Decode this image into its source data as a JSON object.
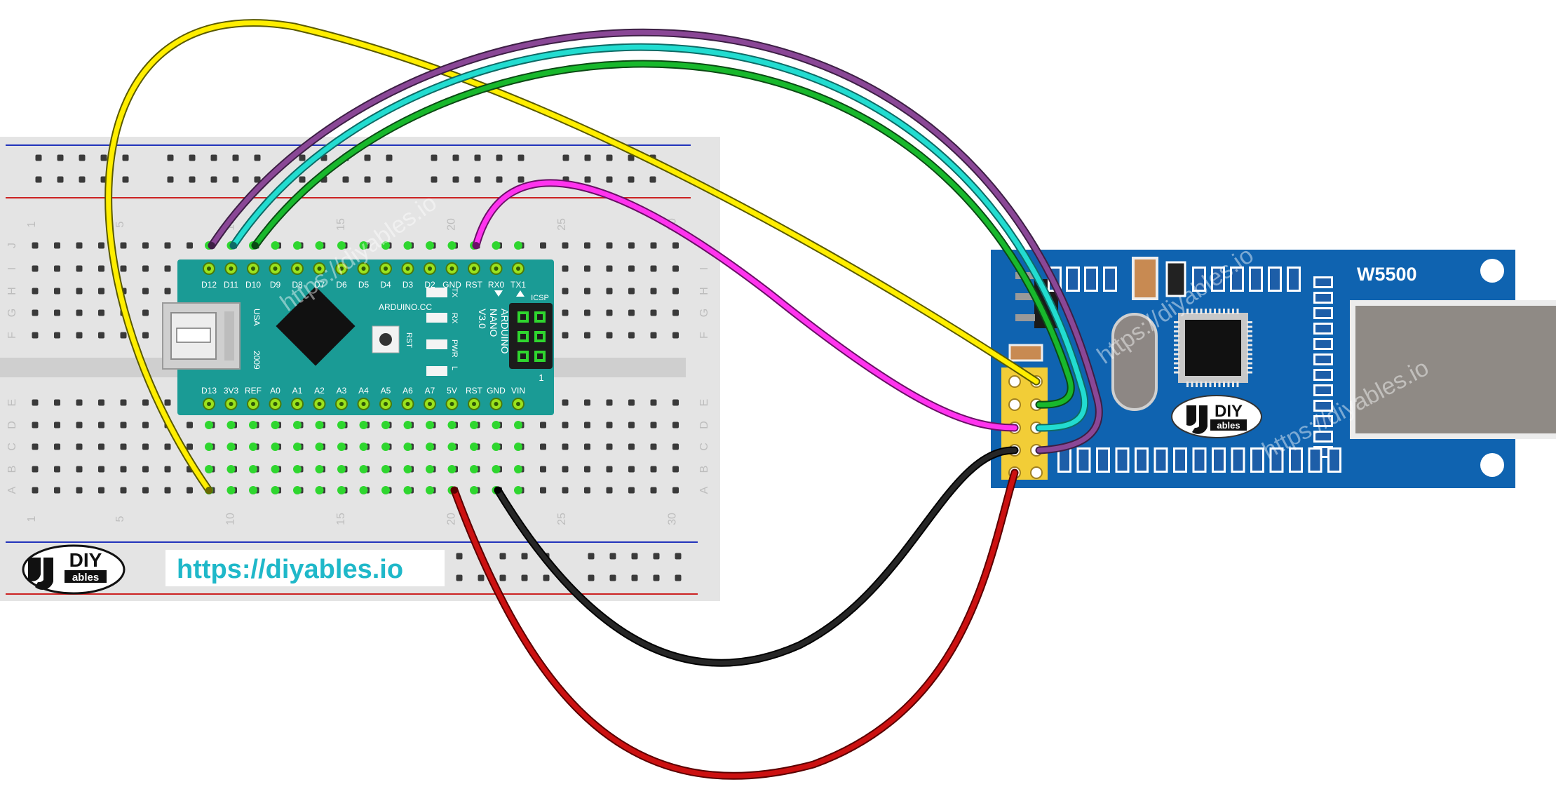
{
  "breadboard": {
    "row_letters_top": [
      "J",
      "I",
      "H",
      "G",
      "F"
    ],
    "row_letters_bottom": [
      "E",
      "D",
      "C",
      "B",
      "A"
    ],
    "col_numbers": [
      "1",
      "5",
      "10",
      "15",
      "20",
      "25",
      "30"
    ]
  },
  "nano": {
    "top_pins": [
      "D12",
      "D11",
      "D10",
      "D9",
      "D8",
      "D7",
      "D6",
      "D5",
      "D4",
      "D3",
      "D2",
      "GND",
      "RST",
      "RX0",
      "TX1"
    ],
    "bottom_pins": [
      "D13",
      "3V3",
      "REF",
      "A0",
      "A1",
      "A2",
      "A3",
      "A4",
      "A5",
      "A6",
      "A7",
      "5V",
      "RST",
      "GND",
      "VIN"
    ],
    "board_text": [
      "ARDUINO",
      "NANO",
      "V3.0"
    ],
    "site_text": "ARDUINO.CC",
    "usa_text": "USA",
    "year_text": "2009",
    "rst_label": "RST",
    "icsp_label": "ICSP",
    "led_labels": [
      "TX",
      "RX",
      "PWR",
      "L"
    ],
    "icsp_pin1": "1"
  },
  "module": {
    "title": "W5500",
    "logo_top": "DIY",
    "logo_bottom": "ables"
  },
  "logo": {
    "top": "DIY",
    "bottom": "ables"
  },
  "url_text": "https://diyables.io",
  "watermark": "https://diyables.io",
  "colors": {
    "nano_pcb": "#1a9b95",
    "module_pcb": "#0f63b0",
    "breadboard": "#e4e4e4",
    "wire_yellow": "#ffee00",
    "wire_purple": "#8a4796",
    "wire_cyan": "#22dcd0",
    "wire_green": "#18b82c",
    "wire_magenta": "#ff33ee",
    "wire_black": "#1a1a1a",
    "wire_red": "#cc1111",
    "url_color": "#1fb8c9"
  }
}
